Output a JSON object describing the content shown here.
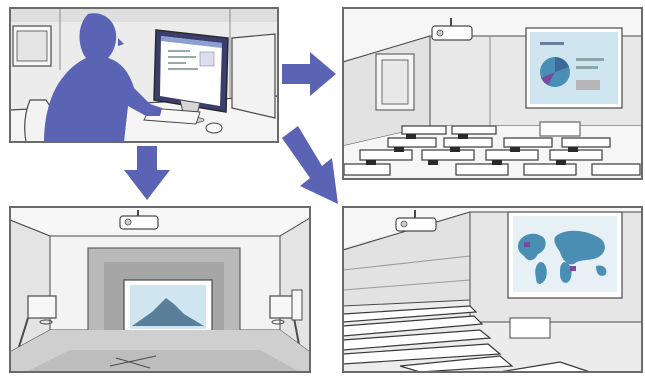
{
  "diagram": {
    "description_visible_text": "",
    "colors": {
      "arrow": "#5b63b5",
      "person": "#5b63b5",
      "panel_bg": "#e9e9e9",
      "line": "#4a4a4a",
      "slide_bg": "#cfe5f0",
      "mountain": "#5a7f9a",
      "world_map": "#4a8fb3"
    },
    "panels": [
      {
        "id": "operator-desk",
        "icons": [
          "person-icon",
          "computer-monitor-icon",
          "keyboard-icon",
          "mouse-icon"
        ]
      },
      {
        "id": "classroom",
        "icons": [
          "projector-icon",
          "screen-icon",
          "pie-chart-icon",
          "desks-icon"
        ]
      },
      {
        "id": "gymnasium-hall",
        "icons": [
          "projector-icon",
          "screen-icon",
          "mountain-icon",
          "basketball-hoop-icon"
        ]
      },
      {
        "id": "lecture-hall",
        "icons": [
          "projector-icon",
          "screen-icon",
          "world-map-icon",
          "tiered-desks-icon"
        ]
      }
    ],
    "arrows": [
      "to-classroom",
      "to-gymnasium",
      "to-lecture-hall"
    ]
  }
}
